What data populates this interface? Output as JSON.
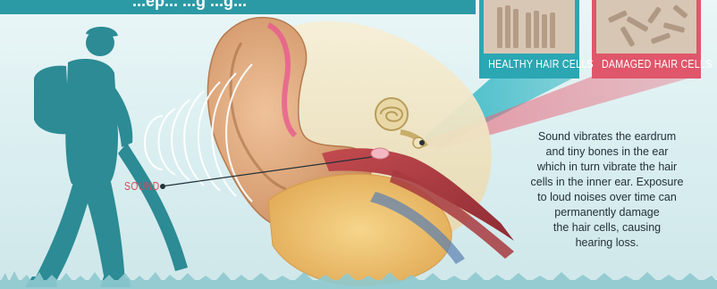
{
  "title": "...ep... ...g ...g...",
  "panels": {
    "healthy": {
      "caption": "HEALTHY HAIR CELLS",
      "color": "#2aa7b3"
    },
    "damaged": {
      "caption": "DAMAGED HAIR CELLS",
      "color": "#e0566a"
    }
  },
  "sound_label": "SOUND",
  "description_lines": [
    "Sound vibrates the eardrum",
    "and tiny bones in the ear",
    "which in turn vibrate the hair",
    "cells in the inner ear. Exposure",
    "to loud noises over time can",
    "permanently damage",
    "the hair cells, causing",
    "hearing loss."
  ],
  "colors": {
    "silhouette": "#2c8b94",
    "teal_accent": "#2aa7b3",
    "red_accent": "#e0566a",
    "background": "#dff0f2"
  },
  "icons": {
    "worker": "leaf-blower-worker-silhouette",
    "ear": "ear-cross-section",
    "cochlea": "cochlea",
    "grass": "grass-strip"
  }
}
